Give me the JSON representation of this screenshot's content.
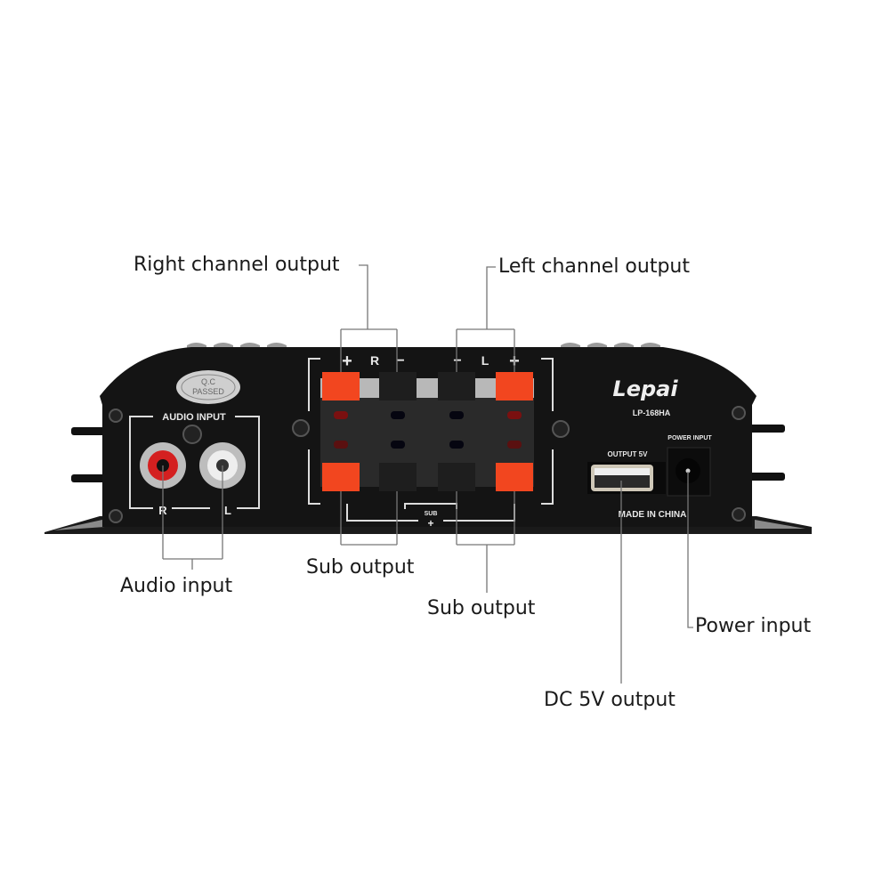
{
  "callouts": {
    "right_channel_output": "Right channel output",
    "left_channel_output": "Left channel output",
    "audio_input": "Audio input",
    "sub_output_left": "Sub output",
    "sub_output_right": "Sub output",
    "dc_5v_output": "DC 5V output",
    "power_input": "Power input"
  },
  "device": {
    "brand": "Lepai",
    "model": "LP-168HA",
    "qc_line1": "Q.C",
    "qc_line2": "PASSED",
    "audio_input_label": "AUDIO INPUT",
    "rca_right": "R",
    "rca_left": "L",
    "terminal_r": "R",
    "terminal_l": "L",
    "sub_label": "SUB",
    "usb_label": "OUTPUT  5V",
    "power_label": "POWER INPUT",
    "origin": "MADE IN CHINA"
  },
  "colors": {
    "body": "#141414",
    "terminal_red": "#f2461f",
    "callout_line": "#777777",
    "printed_text": "#e8e8e8"
  }
}
